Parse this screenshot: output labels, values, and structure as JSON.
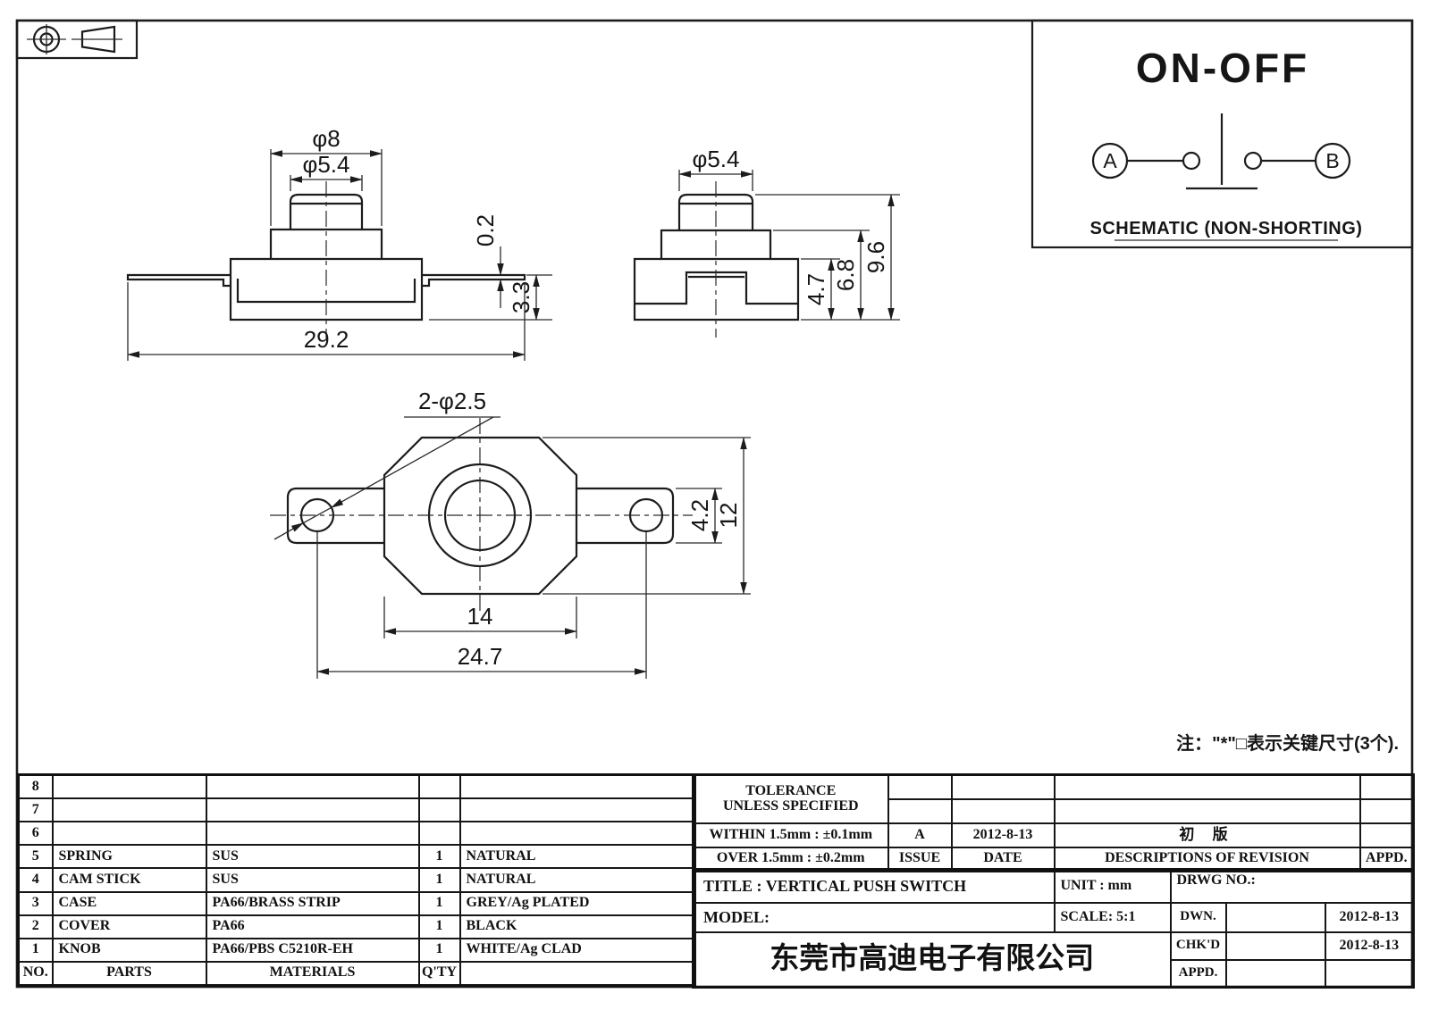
{
  "schematic": {
    "title": "ON-OFF",
    "terminal_a": "A",
    "terminal_b": "B",
    "caption": "SCHEMATIC (NON-SHORTING)"
  },
  "front_view": {
    "dia_top": "φ5.4",
    "dia_base": "φ8",
    "plate_thickness": "0.2",
    "height_lower": "3.3",
    "overall_width": "29.2"
  },
  "side_view": {
    "dia_top": "φ5.4",
    "h_case": "4.7",
    "h_cover": "6.8",
    "h_total": "9.6"
  },
  "bottom_view": {
    "holes_label": "2-φ2.5",
    "tab_width": "4.2",
    "body_depth": "12",
    "body_width": "14",
    "hole_pitch": "24.7"
  },
  "note": "注：\"*\"□表示关键尺寸(3个).",
  "bom": {
    "headers": {
      "no": "NO.",
      "parts": "PARTS",
      "materials": "MATERIALS",
      "qty": "Q'TY",
      "color": ""
    },
    "rows": [
      {
        "no": "8",
        "parts": "",
        "materials": "",
        "qty": "",
        "color": ""
      },
      {
        "no": "7",
        "parts": "",
        "materials": "",
        "qty": "",
        "color": ""
      },
      {
        "no": "6",
        "parts": "",
        "materials": "",
        "qty": "",
        "color": ""
      },
      {
        "no": "5",
        "parts": "SPRING",
        "materials": "SUS",
        "qty": "1",
        "color": "NATURAL"
      },
      {
        "no": "4",
        "parts": "CAM STICK",
        "materials": "SUS",
        "qty": "1",
        "color": "NATURAL"
      },
      {
        "no": "3",
        "parts": "CASE",
        "materials": "PA66/BRASS STRIP",
        "qty": "1",
        "color": "GREY/Ag PLATED"
      },
      {
        "no": "2",
        "parts": "COVER",
        "materials": "PA66",
        "qty": "1",
        "color": "BLACK"
      },
      {
        "no": "1",
        "parts": "KNOB",
        "materials": "PA66/PBS C5210R-EH",
        "qty": "1",
        "color": "WHITE/Ag CLAD"
      }
    ]
  },
  "title_block": {
    "tolerance_line1": "TOLERANCE",
    "tolerance_line2": "UNLESS  SPECIFIED",
    "within": "WITHIN 1.5mm : ±0.1mm",
    "over": "OVER 1.5mm : ±0.2mm",
    "issue_value": "A",
    "issue_label": "ISSUE",
    "date_value": "2012-8-13",
    "date_label": "DATE",
    "revision_value": "初 版",
    "revision_label": "DESCRIPTIONS OF REVISION",
    "appd_label": "APPD.",
    "title": "TITLE :  VERTICAL PUSH SWITCH",
    "unit": "UNIT :  mm",
    "drwg_no": "DRWG NO.:",
    "model": "MODEL:",
    "scale": "SCALE:  5:1",
    "dwn_label": "DWN.",
    "dwn_date": "2012-8-13",
    "chkd_label": "CHK'D",
    "chkd_date": "2012-8-13",
    "appd_row_label": "APPD.",
    "company": "东莞市高迪电子有限公司"
  }
}
